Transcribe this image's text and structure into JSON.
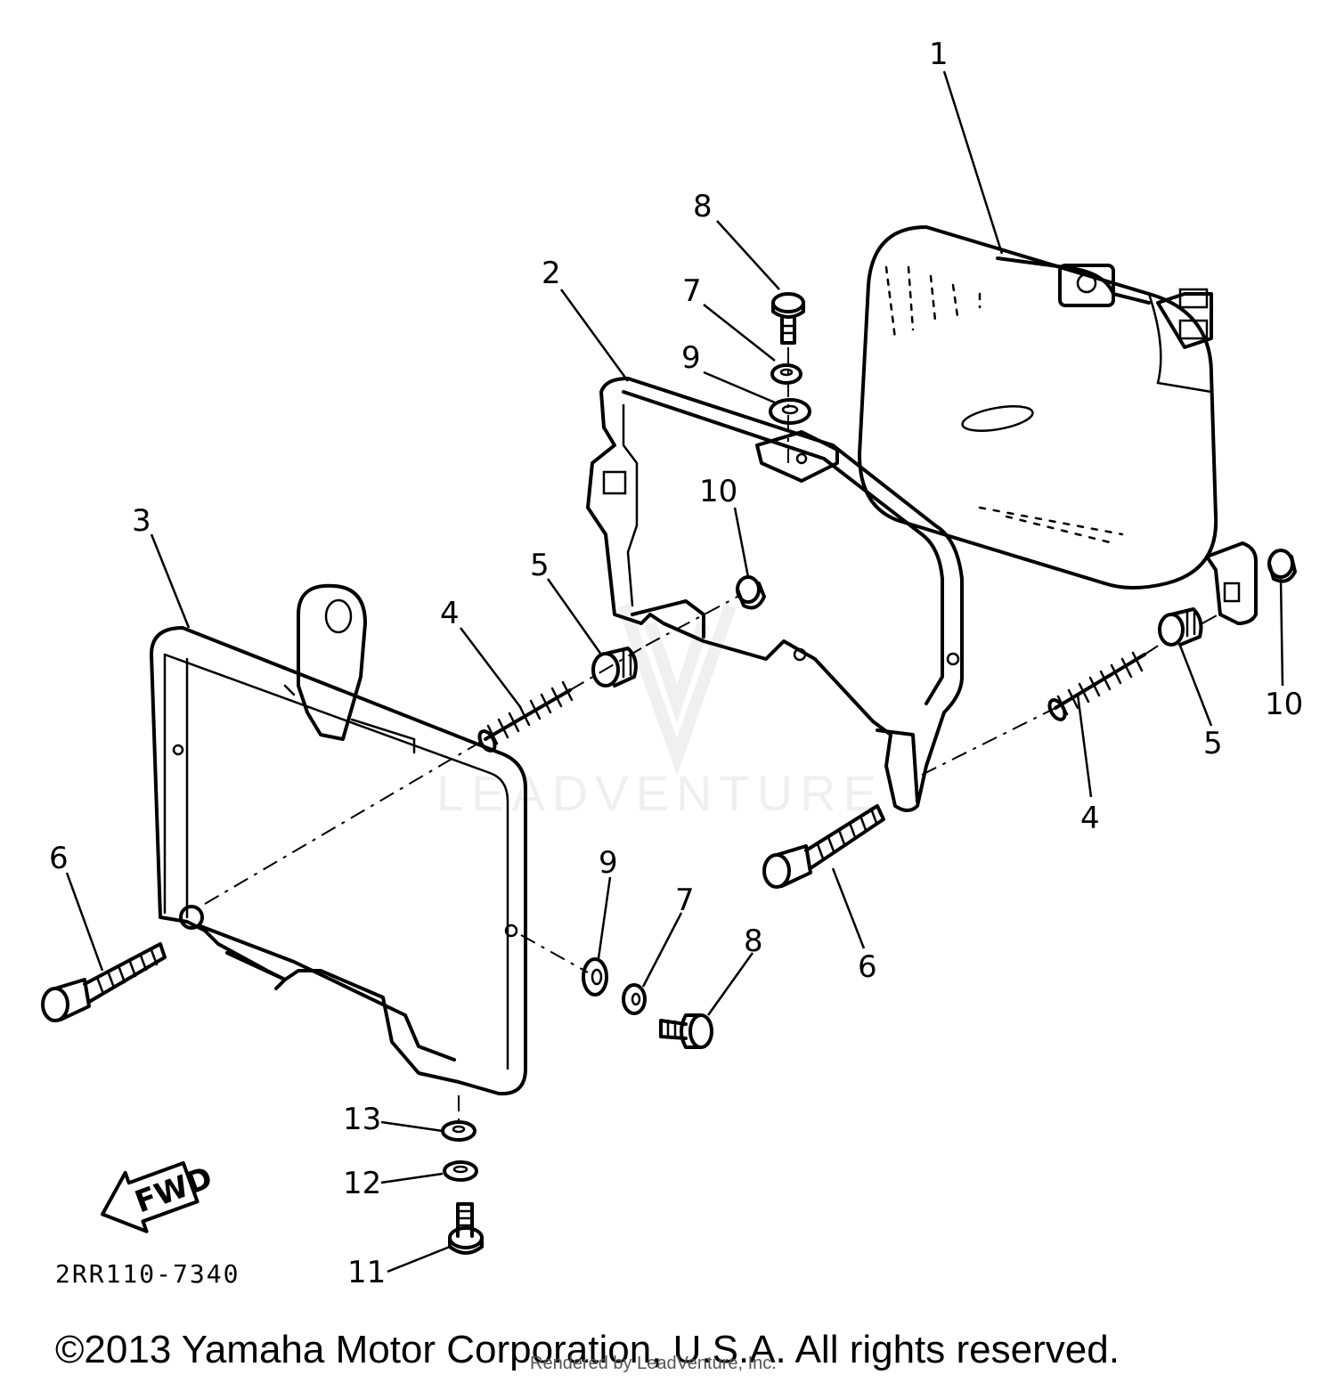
{
  "callouts": [
    "1",
    "2",
    "3",
    "4",
    "5",
    "6",
    "7",
    "8",
    "9",
    "10",
    "11",
    "12",
    "13"
  ],
  "labels": {
    "c1": "1",
    "c2": "2",
    "c3": "3",
    "c4a": "4",
    "c4b": "4",
    "c5a": "5",
    "c5b": "5",
    "c6a": "6",
    "c6b": "6",
    "c7a": "7",
    "c7b": "7",
    "c8a": "8",
    "c8b": "8",
    "c9a": "9",
    "c9b": "9",
    "c10a": "10",
    "c10b": "10",
    "c11": "11",
    "c12": "12",
    "c13": "13"
  },
  "fwd_label": "FWD",
  "diagram_code": "2RR110-7340",
  "copyright": "©2013 Yamaha Motor Corporation, U.S.A. All rights reserved.",
  "rendered_by": "Rendered by LeadVenture, Inc.",
  "watermark": "LEADVENTURE"
}
